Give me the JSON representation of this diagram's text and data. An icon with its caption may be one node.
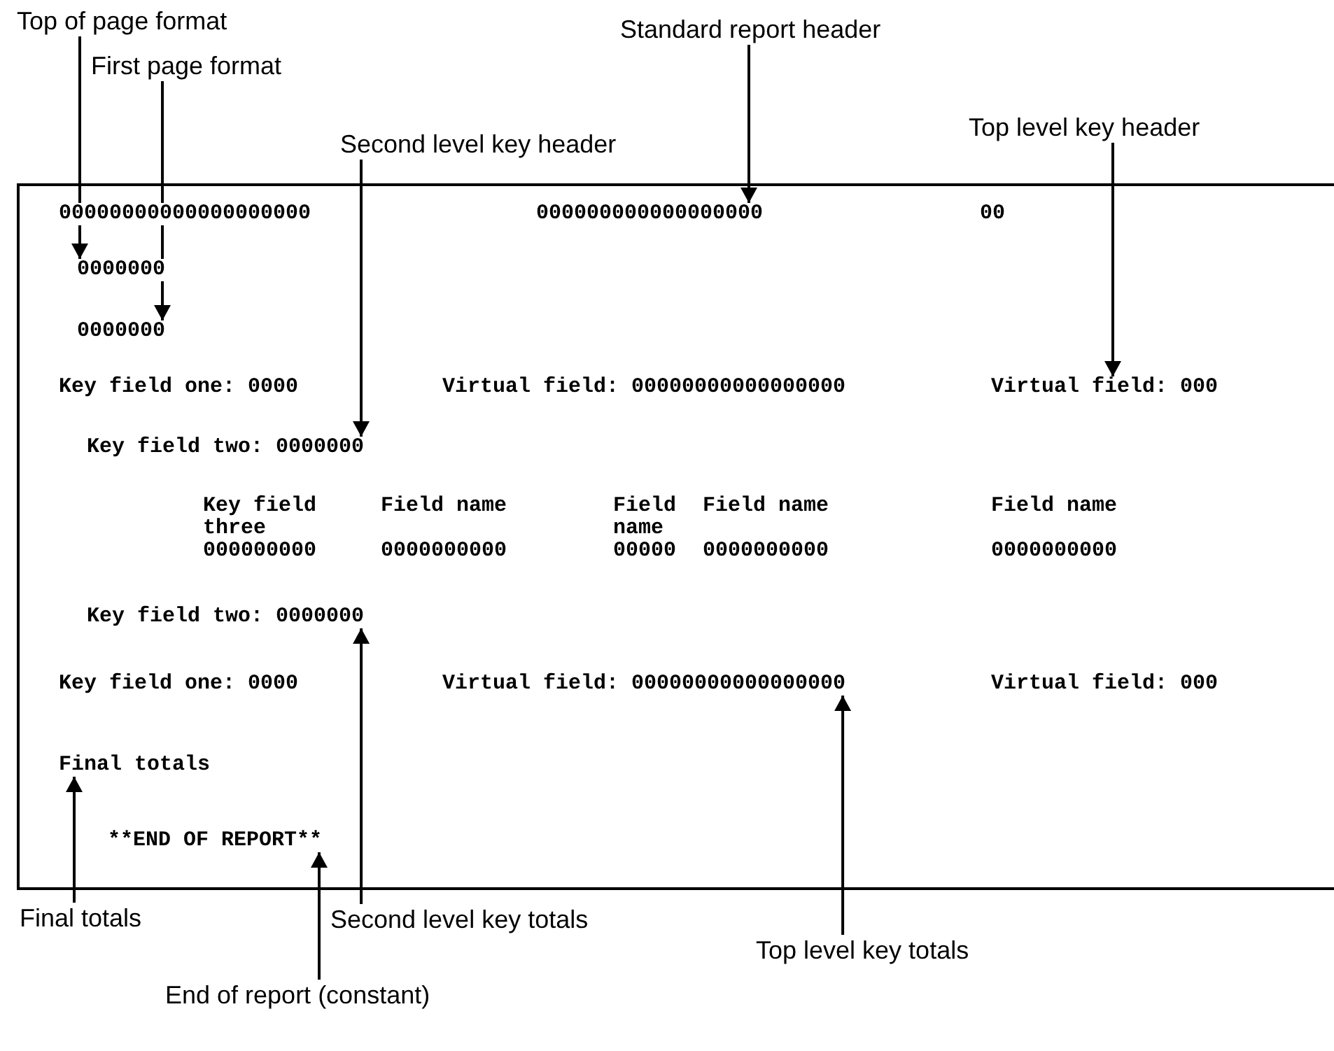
{
  "diagram": {
    "nodes": [
      {
        "text": [
          "Top of page format"
        ]
      },
      {
        "text": [
          "Standard report header"
        ]
      },
      {
        "text": [
          "First page format"
        ]
      },
      {
        "text": [
          "Second level key header"
        ]
      },
      {
        "text": [
          "Top level key header"
        ]
      },
      {
        "text": [],
        "shape": "box"
      },
      {
        "text": [
          "000000000000000000"
        ],
        "in": 5
      },
      {
        "text": [
          "0000000"
        ],
        "in": 5
      },
      {
        "text": [
          "0000000"
        ],
        "in": 5
      },
      {
        "text": [
          "Virtual field: 000"
        ],
        "in": 5
      },
      {
        "text": [
          "Key field two: 0000000"
        ],
        "in": 5
      },
      {
        "text": [
          "Key field two: 0000000"
        ],
        "in": 5
      },
      {
        "text": [
          "Virtual field: 00000000000000000"
        ],
        "in": 5
      },
      {
        "text": [
          "Final totals"
        ],
        "in": 5
      },
      {
        "text": [
          "**END OF REPORT**"
        ],
        "in": 5
      },
      {
        "text": [
          "Final totals"
        ]
      },
      {
        "text": [
          "Second level key totals"
        ]
      },
      {
        "text": [
          "Top level key totals"
        ]
      },
      {
        "text": [
          "End of report (constant)"
        ]
      },
      {
        "text": [
          "00000000000000000000"
        ],
        "in": 5
      },
      {
        "text": [
          "00"
        ],
        "in": 5
      },
      {
        "text": [
          "Key field one: 0000"
        ],
        "in": 5
      },
      {
        "text": [
          "Virtual field: 00000000000000000"
        ],
        "in": 5
      },
      {
        "text": [
          "Key field one: 0000"
        ],
        "in": 5
      },
      {
        "text": [
          "Virtual field: 000"
        ],
        "in": 5
      }
    ],
    "edges": [
      {
        "from": 0,
        "to": 7,
        "arrow": "to"
      },
      {
        "from": 1,
        "to": 6,
        "arrow": "to"
      },
      {
        "from": 2,
        "to": 8,
        "arrow": "to"
      },
      {
        "from": 3,
        "to": 10,
        "arrow": "to"
      },
      {
        "from": 4,
        "to": 9,
        "arrow": "to"
      },
      {
        "from": 15,
        "to": 13,
        "arrow": "to"
      },
      {
        "from": 16,
        "to": 11,
        "arrow": "to"
      },
      {
        "from": 17,
        "to": 12,
        "arrow": "to"
      },
      {
        "from": 18,
        "to": 14,
        "arrow": "to"
      }
    ],
    "labels": [
      "Key field three",
      "Field name",
      "Field name",
      "Field name",
      "Field name",
      "000000000",
      "0000000000",
      "00000",
      "0000000000",
      "0000000000"
    ]
  }
}
